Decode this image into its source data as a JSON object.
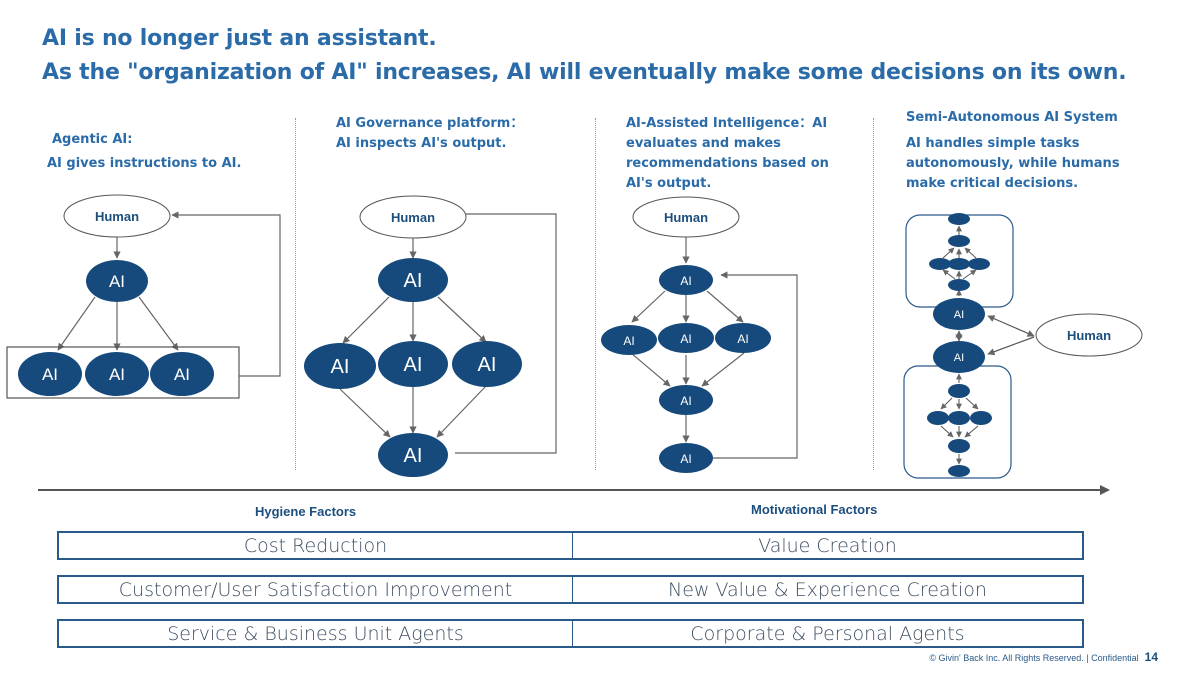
{
  "title": {
    "line1": "AI is no longer just an assistant.",
    "line2": "As the \"organization of AI\" increases, AI will eventually make some decisions on its own."
  },
  "columns": [
    {
      "heading_line1": "Agentic AI:",
      "heading_line2": "AI gives instructions to AI.",
      "nodes": {
        "human": "Human",
        "ai": "AI"
      }
    },
    {
      "heading_line1": "AI Governance platform：",
      "heading_line2": "AI inspects AI's output.",
      "nodes": {
        "human": "Human",
        "ai": "AI"
      }
    },
    {
      "heading_line1": "AI-Assisted Intelligence：AI",
      "heading_line2": "evaluates and makes",
      "heading_line3": "recommendations based on",
      "heading_line4": "AI's output.",
      "nodes": {
        "human": "Human",
        "ai": "AI"
      }
    },
    {
      "heading_line1": "Semi-Autonomous AI System",
      "heading_line2": "AI handles simple tasks",
      "heading_line3": "autonomously, while humans",
      "heading_line4": "make critical decisions.",
      "nodes": {
        "human": "Human",
        "ai": "AI"
      }
    }
  ],
  "factors": {
    "left_label": "Hygiene Factors",
    "right_label": "Motivational Factors",
    "rows": [
      {
        "left": "Cost Reduction",
        "right": "Value Creation"
      },
      {
        "left": "Customer/User Satisfaction Improvement",
        "right": "New Value & Experience Creation"
      },
      {
        "left": "Service & Business Unit Agents",
        "right": "Corporate & Personal Agents"
      }
    ]
  },
  "footer": {
    "copyright": "© Givin' Back Inc. All Rights Reserved. | Confidential",
    "page_number": "14"
  },
  "colors": {
    "title": "#2a6ba8",
    "node_fill": "#174a7c",
    "node_text": "#ffffff",
    "human_text": "#1c4f7e",
    "edge": "#666666"
  }
}
